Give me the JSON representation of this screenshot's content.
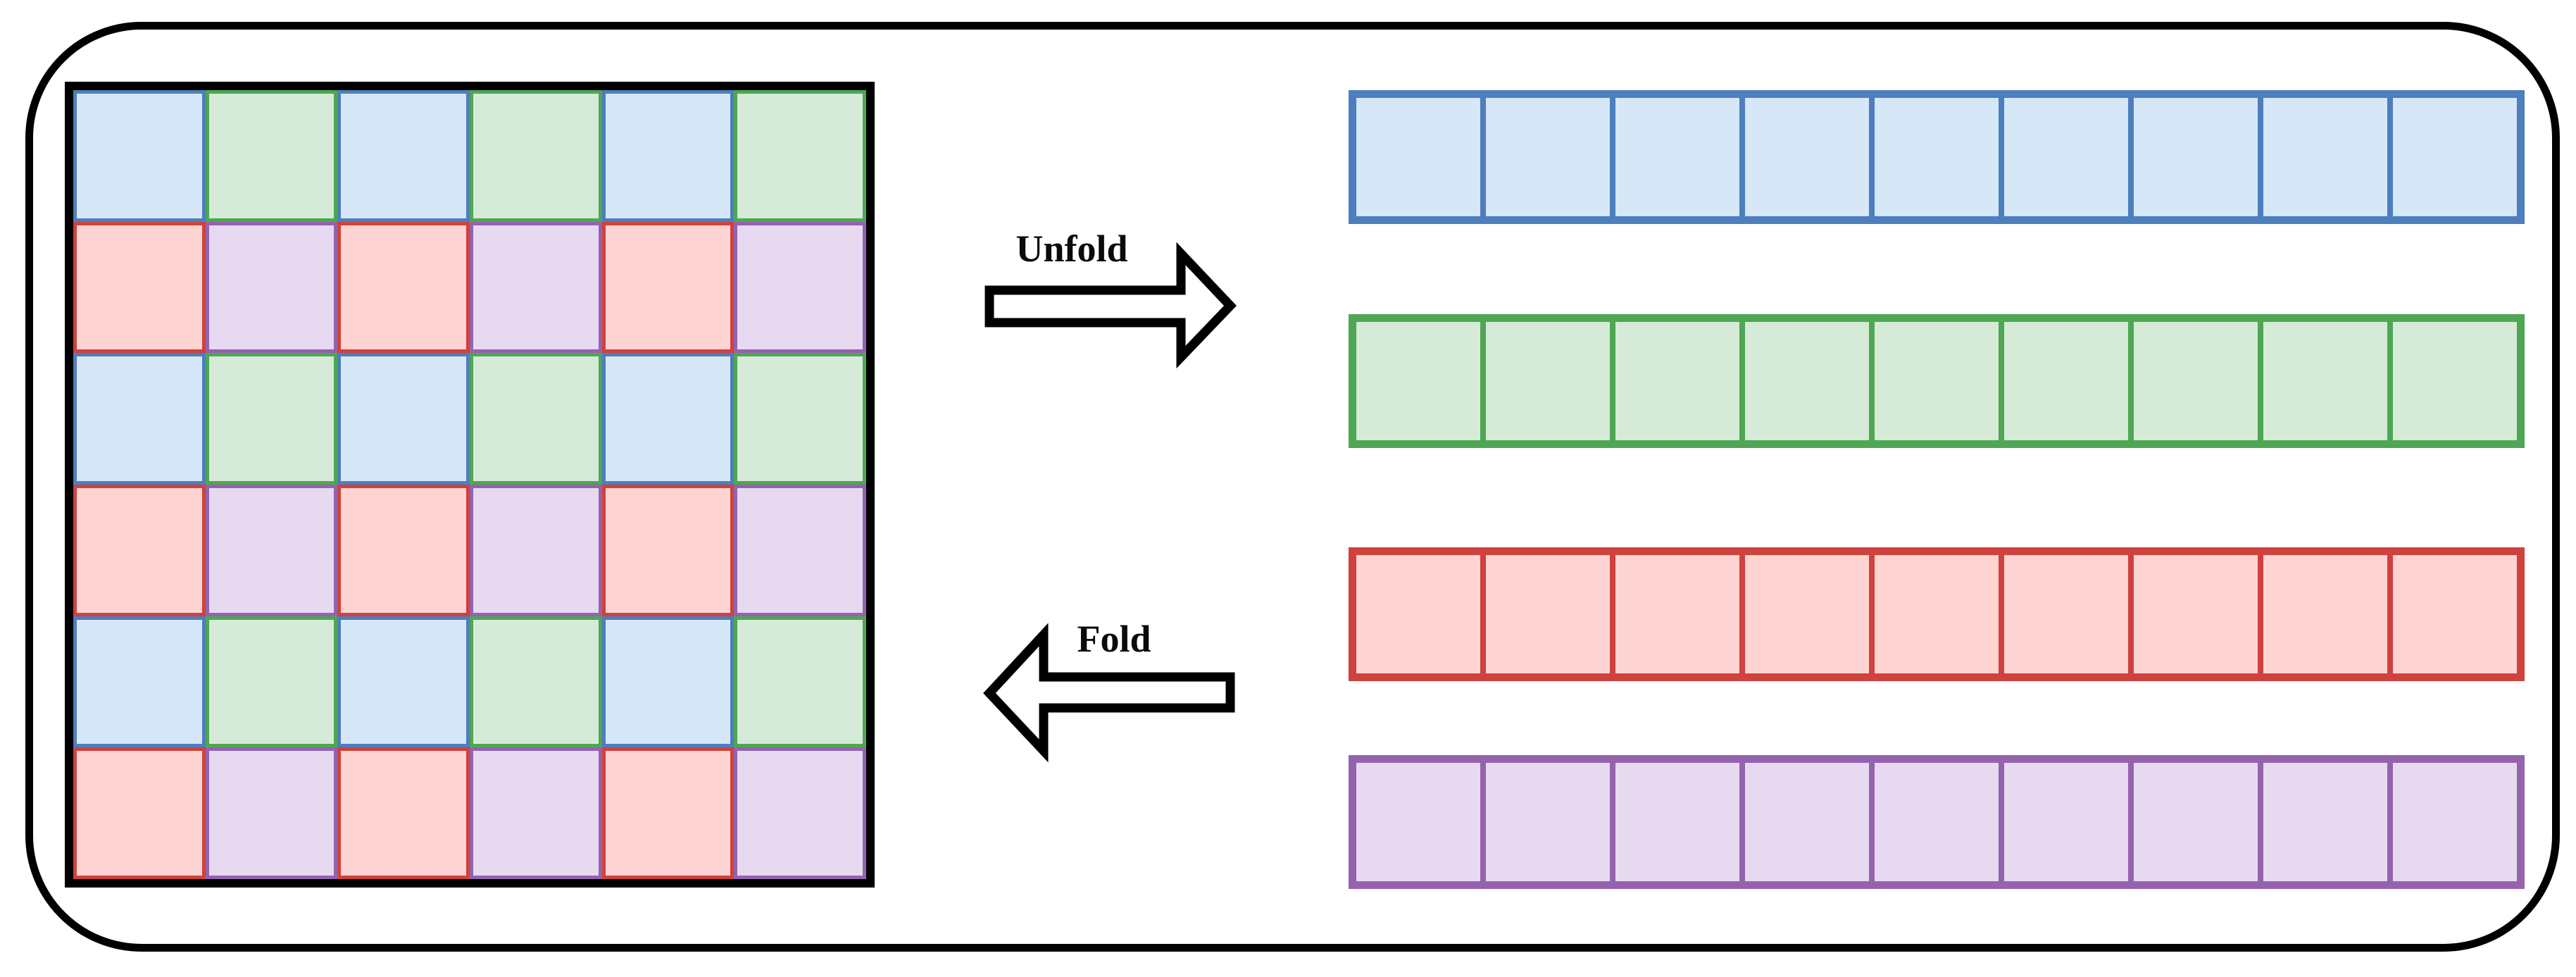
{
  "labels": {
    "unfold": "Unfold",
    "fold": "Fold"
  },
  "colors": {
    "frame": "#000000",
    "arrow_outline": "#000000",
    "arrow_fill": "#ffffff",
    "blue": {
      "fill": "#d6e7f8",
      "border": "#4d7ebd"
    },
    "green": {
      "fill": "#d5ebd7",
      "border": "#4fa654"
    },
    "red": {
      "fill": "#fdd4d2",
      "border": "#cf423d"
    },
    "purple": {
      "fill": "#e7daf0",
      "border": "#9563ae"
    }
  },
  "grid": {
    "rows": 6,
    "cols": 6,
    "pattern": [
      [
        "blue",
        "green",
        "blue",
        "green",
        "blue",
        "green"
      ],
      [
        "red",
        "purple",
        "red",
        "purple",
        "red",
        "purple"
      ],
      [
        "blue",
        "green",
        "blue",
        "green",
        "blue",
        "green"
      ],
      [
        "red",
        "purple",
        "red",
        "purple",
        "red",
        "purple"
      ],
      [
        "blue",
        "green",
        "blue",
        "green",
        "blue",
        "green"
      ],
      [
        "red",
        "purple",
        "red",
        "purple",
        "red",
        "purple"
      ]
    ]
  },
  "strips": [
    {
      "color": "blue",
      "cells": 9
    },
    {
      "color": "green",
      "cells": 9
    },
    {
      "color": "red",
      "cells": 9
    },
    {
      "color": "purple",
      "cells": 9
    }
  ]
}
